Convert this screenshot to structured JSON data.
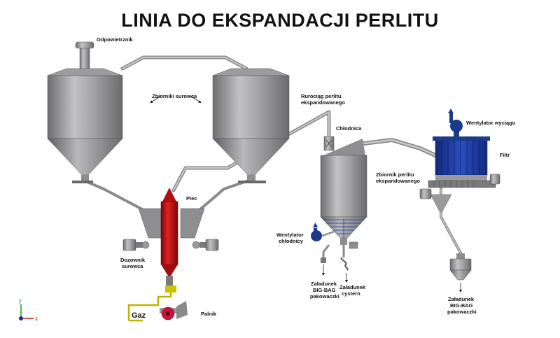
{
  "title": "LINIA DO EKSPANDACJI PERLITU",
  "labels": {
    "vent": "Odpowietrznik",
    "raw_tanks": "Zbiorniki surowca",
    "pipeline_1": "Rurociąg perlitu",
    "pipeline_2": "ekspandowanego",
    "cooler": "Chłodnica",
    "exhaust_fan": "Wentylator wyciągu",
    "filter": "Filtr",
    "tank_expanded_1": "Zbiornik perlitu",
    "tank_expanded_2": "ekspandowanego",
    "furnace": "Piec",
    "cooler_fan_1": "Wentylator",
    "cooler_fan_2": "chłodnicy",
    "feeder_1": "Dozownik",
    "feeder_2": "surowca",
    "load_bigbag_1": "Załadunek",
    "load_bigbag_2": "BIG-BAG",
    "load_bigbag_3": "pakowaczki",
    "load_cistern_1": "Załadunek",
    "load_cistern_2": "cystern",
    "load_bigbag_b1": "Załadunek",
    "load_bigbag_b2": "BIG-BAG",
    "load_bigbag_b3": "pakowaczki",
    "gas": "Gaz",
    "burner": "Palnik"
  },
  "axes": {
    "y": "y",
    "x": "x"
  },
  "colors": {
    "steel": "#a9a9ab",
    "steel_dark": "#7a7a7d",
    "furnace_red": "#c41414",
    "filter_blue": "#1f3a9e",
    "fan_blue": "#1a3a8a",
    "gas_yellow": "#c8c400",
    "burner_red": "#c8143c"
  }
}
